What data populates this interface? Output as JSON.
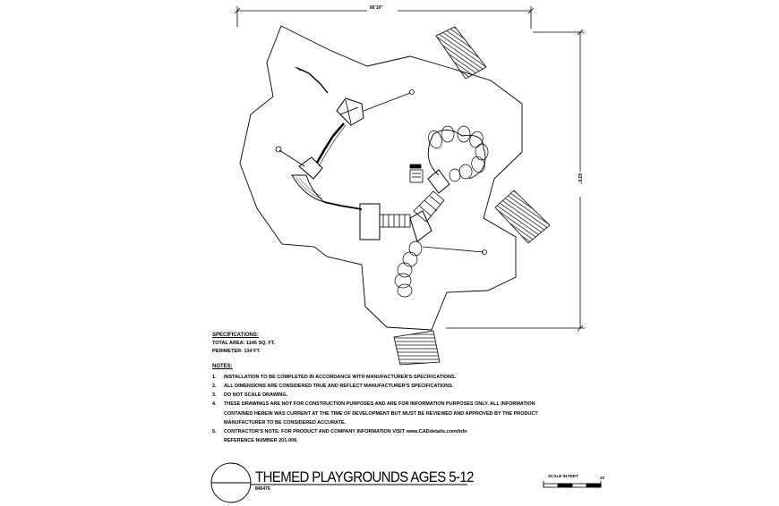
{
  "drawing": {
    "title": "THEMED PLAYGROUNDS AGES 5-12",
    "drawing_code": "845476",
    "scale_label": "SCALE IN FEET",
    "scale_mark": "20",
    "dimension_top": "66'10\"",
    "dimension_right": "63'5\""
  },
  "specifications": {
    "heading": "SPECIFICATIONS:",
    "total_area": "TOTAL AREA: 1146 SQ. FT.",
    "perimeter": "PERIMETER: 134 FT."
  },
  "notes": {
    "heading": "NOTES:",
    "items": [
      {
        "num": "1.",
        "text": "INSTALLATION TO BE COMPLETED IN ACCORDANCE WITH MANUFACTURER'S SPECIFICATIONS."
      },
      {
        "num": "2.",
        "text": "ALL DIMENSIONS ARE CONSIDERED TRUE AND REFLECT MANUFACTURER'S SPECIFICATIONS."
      },
      {
        "num": "3.",
        "text": "DO NOT SCALE DRAWING."
      },
      {
        "num": "4.",
        "text": "THESE DRAWINGS ARE NOT FOR CONSTRUCTION PURPOSES AND ARE FOR INFORMATION PURPOSES ONLY. ALL INFORMATION"
      },
      {
        "num": "",
        "text": "CONTAINED HEREIN WAS CURRENT AT THE TIME OF DEVELOPMENT BUT MUST BE REVIEWED AND APPROVED BY THE PRODUCT"
      },
      {
        "num": "",
        "text": "MANUFACTURER TO BE CONSIDERED ACCURATE."
      },
      {
        "num": "5.",
        "text": "CONTRACTOR'S NOTE: FOR PRODUCT AND COMPANY INFORMATION VISIT www.CADdetails.com/info"
      },
      {
        "num": "",
        "text": "REFERENCE NUMBER 201-006."
      }
    ]
  }
}
